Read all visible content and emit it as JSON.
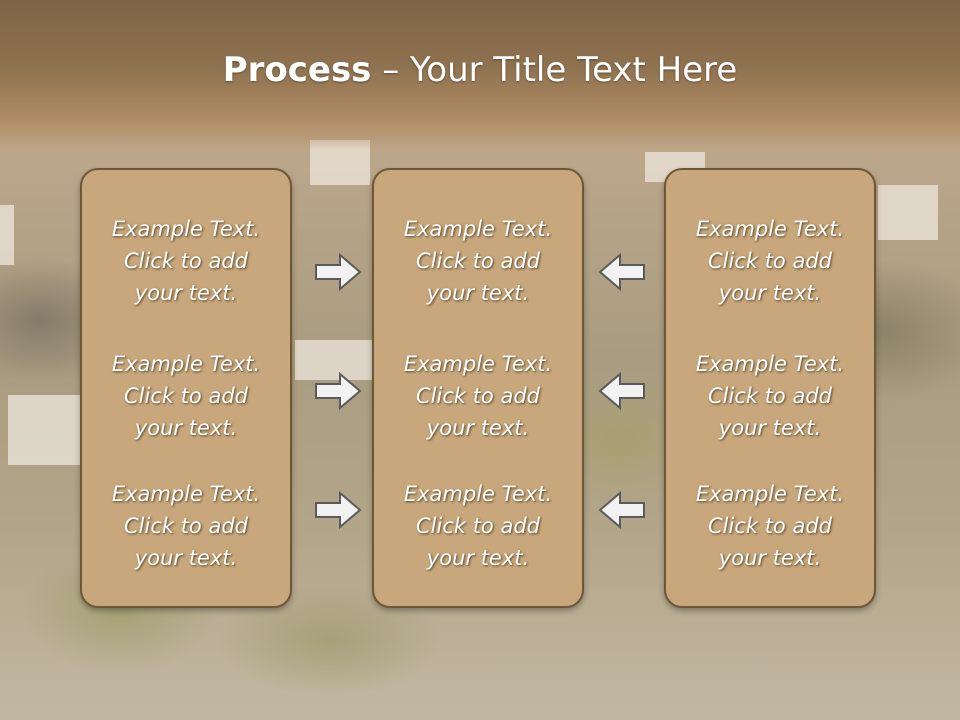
{
  "title": {
    "bold": "Process",
    "rest": " – Your Title Text Here"
  },
  "columns": [
    {
      "items": [
        {
          "line1": "Example Text.",
          "line2": "Click  to add",
          "line3": "your text."
        },
        {
          "line1": "Example Text.",
          "line2": "Click  to add",
          "line3": "your text."
        },
        {
          "line1": "Example Text.",
          "line2": "Click  to add",
          "line3": "your text."
        }
      ]
    },
    {
      "items": [
        {
          "line1": "Example Text.",
          "line2": "Click  to add",
          "line3": "your text."
        },
        {
          "line1": "Example Text.",
          "line2": "Click  to add",
          "line3": "your text."
        },
        {
          "line1": "Example Text.",
          "line2": "Click  to add",
          "line3": "your text."
        }
      ]
    },
    {
      "items": [
        {
          "line1": "Example Text.",
          "line2": "Click  to add",
          "line3": "your text."
        },
        {
          "line1": "Example Text.",
          "line2": "Click  to add",
          "line3": "your text."
        },
        {
          "line1": "Example Text.",
          "line2": "Click  to add",
          "line3": "your text."
        }
      ]
    }
  ],
  "arrows": {
    "left_group": "right-arrow-icon",
    "right_group": "left-arrow-icon"
  },
  "colors": {
    "panel_fill": "#c7a77b",
    "panel_border": "#6f5636",
    "arrow_fill": "#f2f2f2",
    "arrow_stroke": "#5a5a5a",
    "header": "#8f7250"
  }
}
